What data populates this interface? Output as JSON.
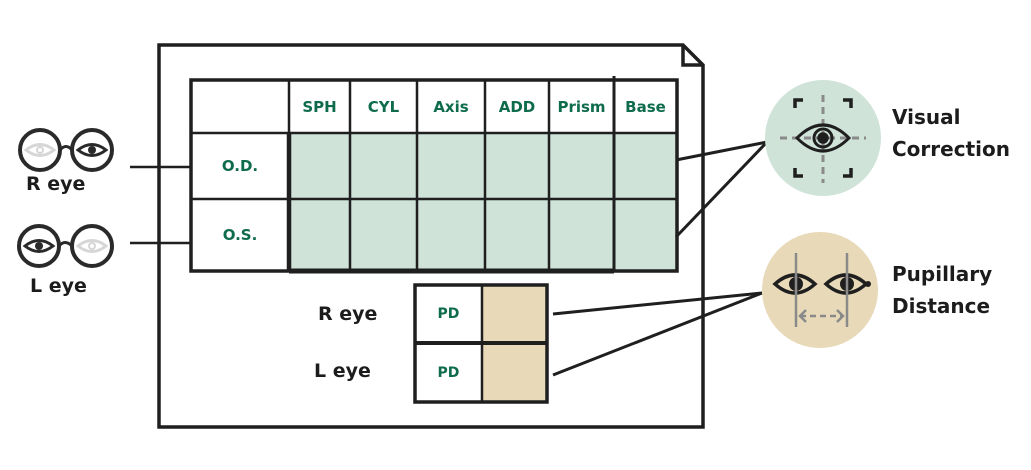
{
  "colors": {
    "line": "#1f1f1f",
    "green_text": "#0e6b4c",
    "mint_fill": "#cfe3d9",
    "tan_fill": "#e8dab8",
    "grey_icon": "#8a8a8a",
    "faded_eye": "#d6d6d6"
  },
  "left_legend": {
    "right_eye_label": "R eye",
    "left_eye_label": "L eye",
    "right_eye_icon": "glasses-right-eye-highlighted-icon",
    "left_eye_icon": "glasses-left-eye-highlighted-icon"
  },
  "prescription_table": {
    "columns": [
      "SPH",
      "CYL",
      "Axis",
      "ADD",
      "Prism",
      "Base"
    ],
    "rows": [
      {
        "label": "O.D.",
        "values": [
          "",
          "",
          "",
          "",
          "",
          ""
        ]
      },
      {
        "label": "O.S.",
        "values": [
          "",
          "",
          "",
          "",
          "",
          ""
        ]
      }
    ]
  },
  "pd_table": {
    "rows": [
      {
        "side_label": "R eye",
        "label": "PD",
        "value": ""
      },
      {
        "side_label": "L eye",
        "label": "PD",
        "value": ""
      }
    ]
  },
  "callouts": [
    {
      "title_line1": "Visual",
      "title_line2": "Correction",
      "icon": "eye-target-icon"
    },
    {
      "title_line1": "Pupillary",
      "title_line2": "Distance",
      "icon": "eyes-distance-icon"
    }
  ]
}
